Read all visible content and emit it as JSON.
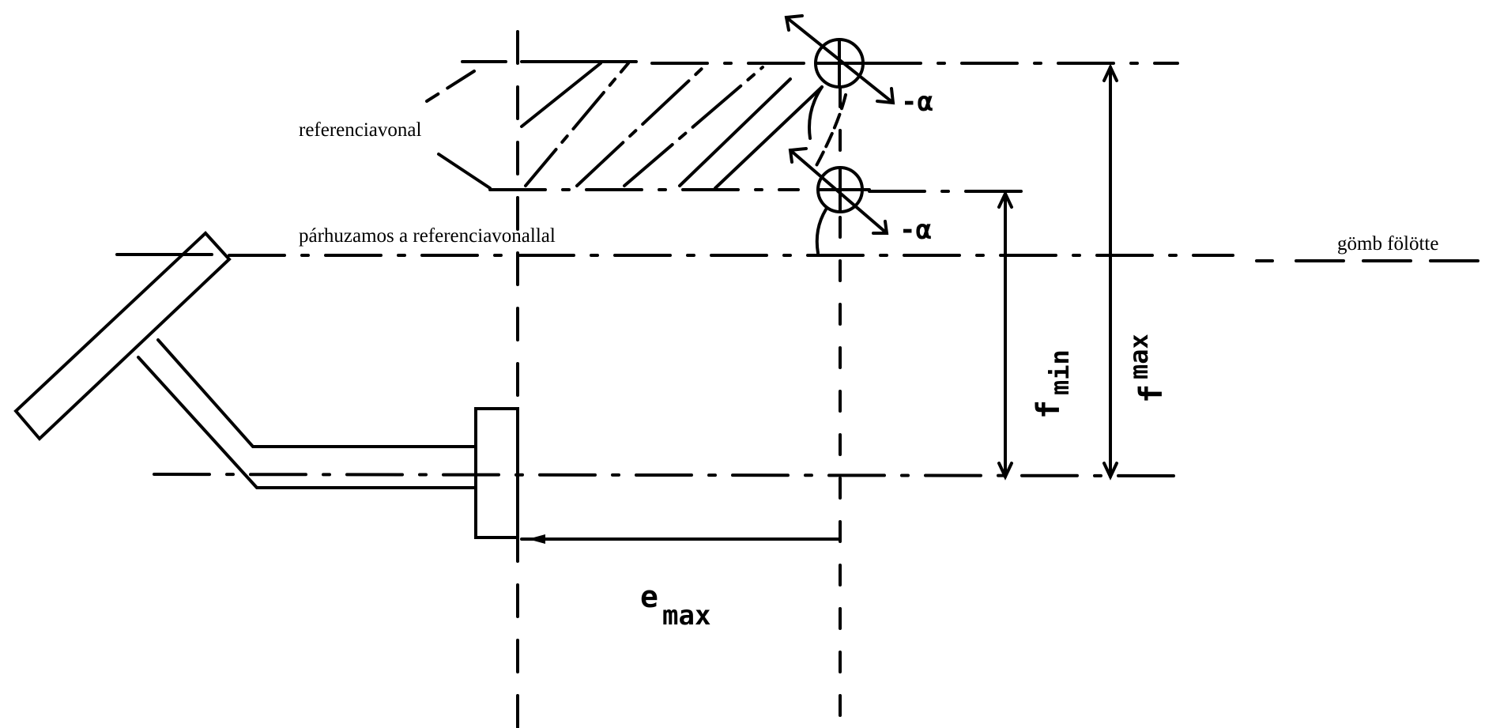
{
  "labels": {
    "reference_line": "referenciavonal",
    "parallel_to_reference": "párhuzamos a referenciavonallal",
    "above_ball": "gömb fölötte",
    "minus_alpha_top": "-α",
    "minus_alpha_bottom": "-α",
    "f_min_base": "f",
    "f_min_sub": "min",
    "f_max_base": "f",
    "f_max_sub": "max",
    "e_max_base": "e",
    "e_max_sub": "max"
  },
  "colors": {
    "ink": "#000000",
    "background": "#ffffff"
  }
}
